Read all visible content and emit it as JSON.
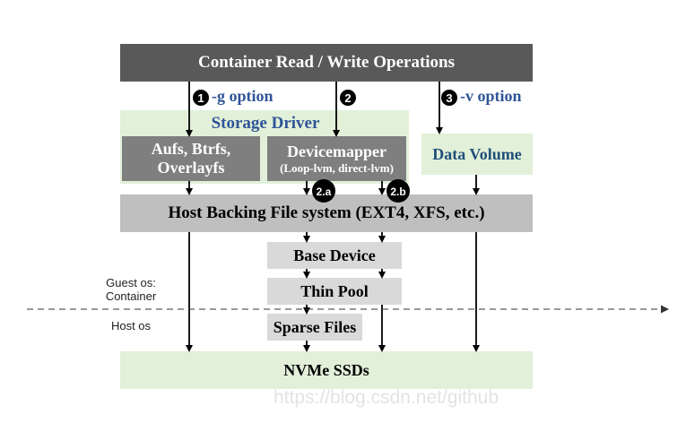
{
  "top_bar": {
    "label": "Container Read / Write Operations"
  },
  "options": {
    "g": {
      "num": "1",
      "label": "-g option"
    },
    "mid": {
      "num": "2"
    },
    "v": {
      "num": "3",
      "label": "-v option"
    }
  },
  "storage_driver": {
    "title": "Storage Driver"
  },
  "aufs": {
    "line1": "Aufs, Btrfs,",
    "line2": "Overlayfs"
  },
  "devicemapper": {
    "title": "Devicemapper",
    "subtitle": "(Loop-lvm, direct-lvm)"
  },
  "badges": {
    "a": "2.a",
    "b": "2.b"
  },
  "data_volume": {
    "label": "Data Volume"
  },
  "host_fs": {
    "label": "Host Backing File system (EXT4, XFS, etc.)"
  },
  "base_device": {
    "label": "Base Device"
  },
  "thin_pool": {
    "label": "Thin Pool"
  },
  "sparse_files": {
    "label": "Sparse Files"
  },
  "nvme": {
    "label": "NVMe SSDs"
  },
  "guest_os": {
    "line1": "Guest os:",
    "line2": "Container"
  },
  "host_os": {
    "label": "Host os"
  },
  "watermark": {
    "text": "https://blog.csdn.net/github"
  },
  "colors": {
    "dark": "#595959",
    "gray": "#7f7f7f",
    "green": "#e2f0d9",
    "light_gray": "#d9d9d9",
    "blue": "#2f5597",
    "badge": "#000000"
  }
}
